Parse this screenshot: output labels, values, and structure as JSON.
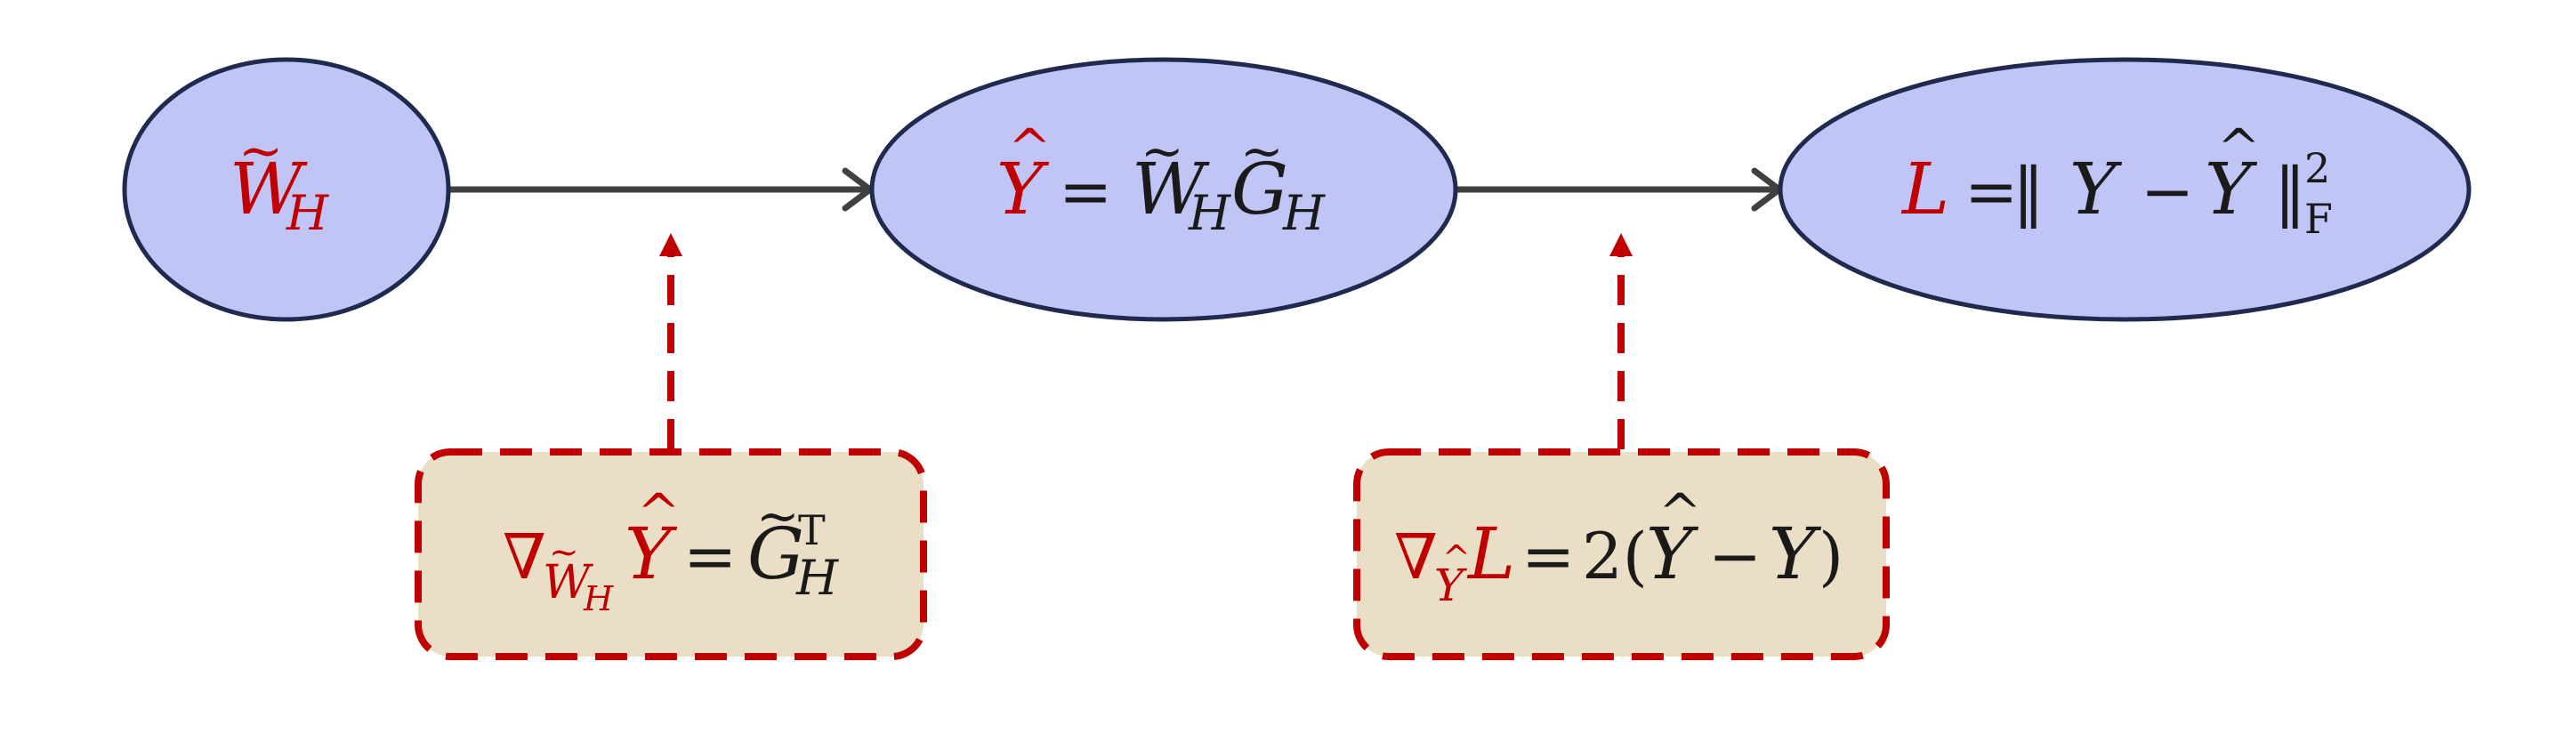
{
  "colors": {
    "node_fill": "#C0C5F5",
    "node_stroke": "#1F2A4E",
    "box_fill": "#EBDEC6",
    "box_stroke": "#C00000",
    "arrow": "#404040",
    "highlight": "#C00000",
    "text": "#1A1A1A"
  },
  "nodes": {
    "w": {
      "symbol": "W",
      "tilde": "~",
      "subscript": "H"
    },
    "yhat": {
      "symbol": "Y",
      "hat": "^",
      "equals": "=",
      "w_symbol": "W",
      "w_tilde": "~",
      "w_subscript": "H",
      "g_symbol": "G",
      "g_tilde": "~",
      "g_subscript": "H"
    },
    "loss": {
      "symbol": "L",
      "equals": "=",
      "norm_left": "‖",
      "y": "Y",
      "minus": "−",
      "yhat": "Y",
      "yhat_hat": "^",
      "norm_right": "‖",
      "norm_sup": "2",
      "norm_sub": "F"
    }
  },
  "gradients": {
    "grad_w": {
      "nabla": "∇",
      "sub_symbol": "W",
      "sub_tilde": "~",
      "sub_subscript": "H",
      "target": "Y",
      "target_hat": "^",
      "equals": "=",
      "result": "G",
      "result_tilde": "~",
      "result_sub": "H",
      "result_sup": "T"
    },
    "grad_y": {
      "nabla": "∇",
      "sub_symbol": "Y",
      "sub_hat": "^",
      "target": "L",
      "equals": "=",
      "coef": "2(",
      "yhat": "Y",
      "yhat_hat": "^",
      "minus": "−",
      "y": "Y",
      "close": ")"
    }
  }
}
